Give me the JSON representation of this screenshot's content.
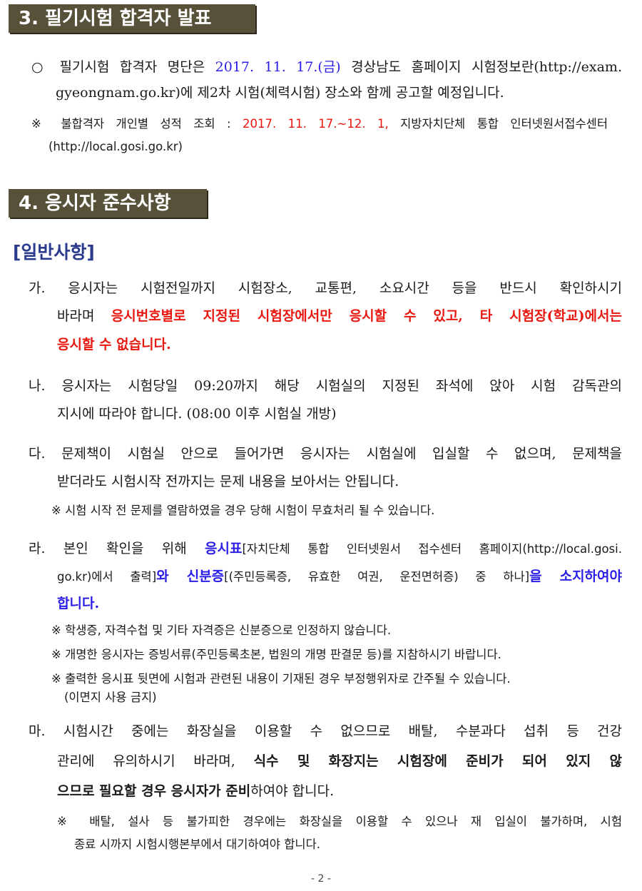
{
  "section3": {
    "title": "3. 필기시험 합격자 발표",
    "p1_l1_a": "○  필기시험 합격자 명단은 ",
    "p1_l1_date": "2017. 11. 17.(금)",
    "p1_l1_b": " 경상남도 홈페이지 시험정보란(http://exam.",
    "p1_l2": "gyeongnam.go.kr)에 제2차 시험(체력시험) 장소와 함께 공고할 예정입니다.",
    "n1_l1_a": "※ 불합격자 개인별 성적 조회 : ",
    "n1_l1_date": "2017. 11. 17.~12. 1,",
    "n1_l1_b": " 지방자치단체 통합 인터넷원서접수센터",
    "n1_l2": "(http://local.gosi.go.kr)"
  },
  "section4": {
    "title": "4. 응시자 준수사항",
    "subtitle": "[일반사항]",
    "ga_l1": "가. 응시자는 시험전일까지 시험장소, 교통편, 소요시간 등을 반드시 확인하시기",
    "ga_l2_a": "바라며 ",
    "ga_l2_b": "응시번호별로 지정된 시험장에서만 응시할 수 있고, 타 시험장(학교)에서는",
    "ga_l3": "응시할 수 없습니다.",
    "na_l1": "나. 응시자는 시험당일 09:20까지 해당 시험실의 지정된 좌석에 앉아 시험 감독관의",
    "na_l2": "지시에 따라야 합니다. (08:00 이후 시험실 개방)",
    "da_l1": "다. 문제책이 시험실 안으로 들어가면 응시자는 시험실에 입실할 수 없으며, 문제책을",
    "da_l2": "받더라도 시험시작 전까지는 문제 내용을 보아서는 안됩니다.",
    "da_note": "※ 시험 시작 전 문제를 열람하였을 경우 당해 시험이 무효처리 될 수 있습니다.",
    "ra_l1_a": "라. 본인 확인을 위해 ",
    "ra_l1_b": "응시표",
    "ra_l1_c": "[자치단체 통합 인터넷원서 접수센터 홈페이지(http://local.gosi.",
    "ra_l2_a": "go.kr)에서 출력]",
    "ra_l2_b": "와 신분증",
    "ra_l2_c": "[(주민등록증, 유효한 여권, 운전면허증) 중 하나]",
    "ra_l2_d": "을 소지하여야",
    "ra_l3": "합니다.",
    "ra_note1": "※ 학생증, 자격수첩 및 기타 자격증은 신분증으로 인정하지 않습니다.",
    "ra_note2": "※ 개명한 응시자는 증빙서류(주민등록초본, 법원의 개명 판결문 등)를 지참하시기 바랍니다.",
    "ra_note3_l1": "※ 출력한 응시표 뒷면에 시험과 관련된 내용이 기재된 경우 부정행위자로 간주될 수 있습니다.",
    "ra_note3_l2": "(이면지 사용 금지)",
    "ma_l1": "마. 시험시간 중에는 화장실을 이용할 수 없으므로 배탈, 수분과다 섭취 등 건강",
    "ma_l2_a": "관리에 유의하시기 바라며, ",
    "ma_l2_b": "식수 및 화장지는 시험장에 준비가 되어 있지 않",
    "ma_l3_a": "으므로 필요할 경우 응시자가 준비",
    "ma_l3_b": "하여야 합니다.",
    "ma_note_l1": "※ 배탈, 설사 등 불가피한 경우에는 화장실을 이용할 수 있으나 재 입실이 불가하며, 시험",
    "ma_note_l2": "종료 시까지 시험시행본부에서 대기하여야 합니다."
  },
  "footer": {
    "page_number": "- 2 -"
  },
  "colors": {
    "header_bg": "#565138",
    "accent_red": "#e8170f",
    "accent_blue": "#2a1ee6",
    "subtitle": "#2a3a8c"
  }
}
